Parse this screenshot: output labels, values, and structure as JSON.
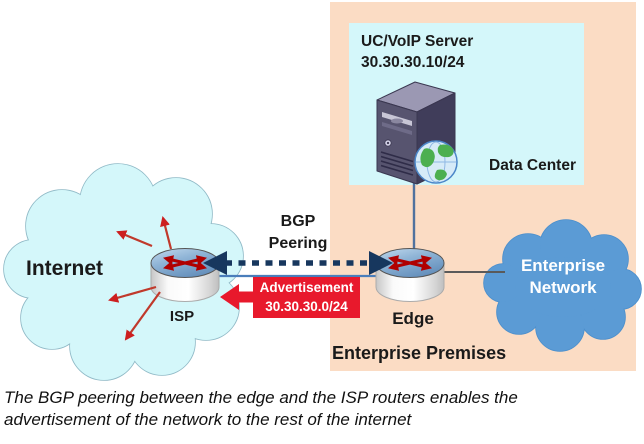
{
  "diagram": {
    "internet": {
      "label": "Internet",
      "router": "ISP",
      "cloud_fill": "#D4F7FA",
      "cloud_stroke": "#8FB9C6"
    },
    "bgp": {
      "line1": "BGP",
      "line2": "Peering",
      "arrow_color": "#17375E"
    },
    "advertisement": {
      "line1": "Advertisement",
      "line2": "30.30.30.0/24",
      "bg": "#E8192C"
    },
    "premises": {
      "label": "Enterprise Premises",
      "fill": "#FBDCC4"
    },
    "data_center": {
      "label": "Data Center",
      "server_name": "UC/VoIP Server",
      "server_ip": "30.30.30.10/24",
      "fill": "#D4F7FA"
    },
    "edge": {
      "label": "Edge"
    },
    "enterprise_network": {
      "line1": "Enterprise",
      "line2": "Network",
      "fill": "#5B9BD5"
    }
  },
  "caption": {
    "line1": "The BGP peering between the edge and the ISP routers enables the",
    "line2": "advertisement of the network to the rest of the internet"
  }
}
